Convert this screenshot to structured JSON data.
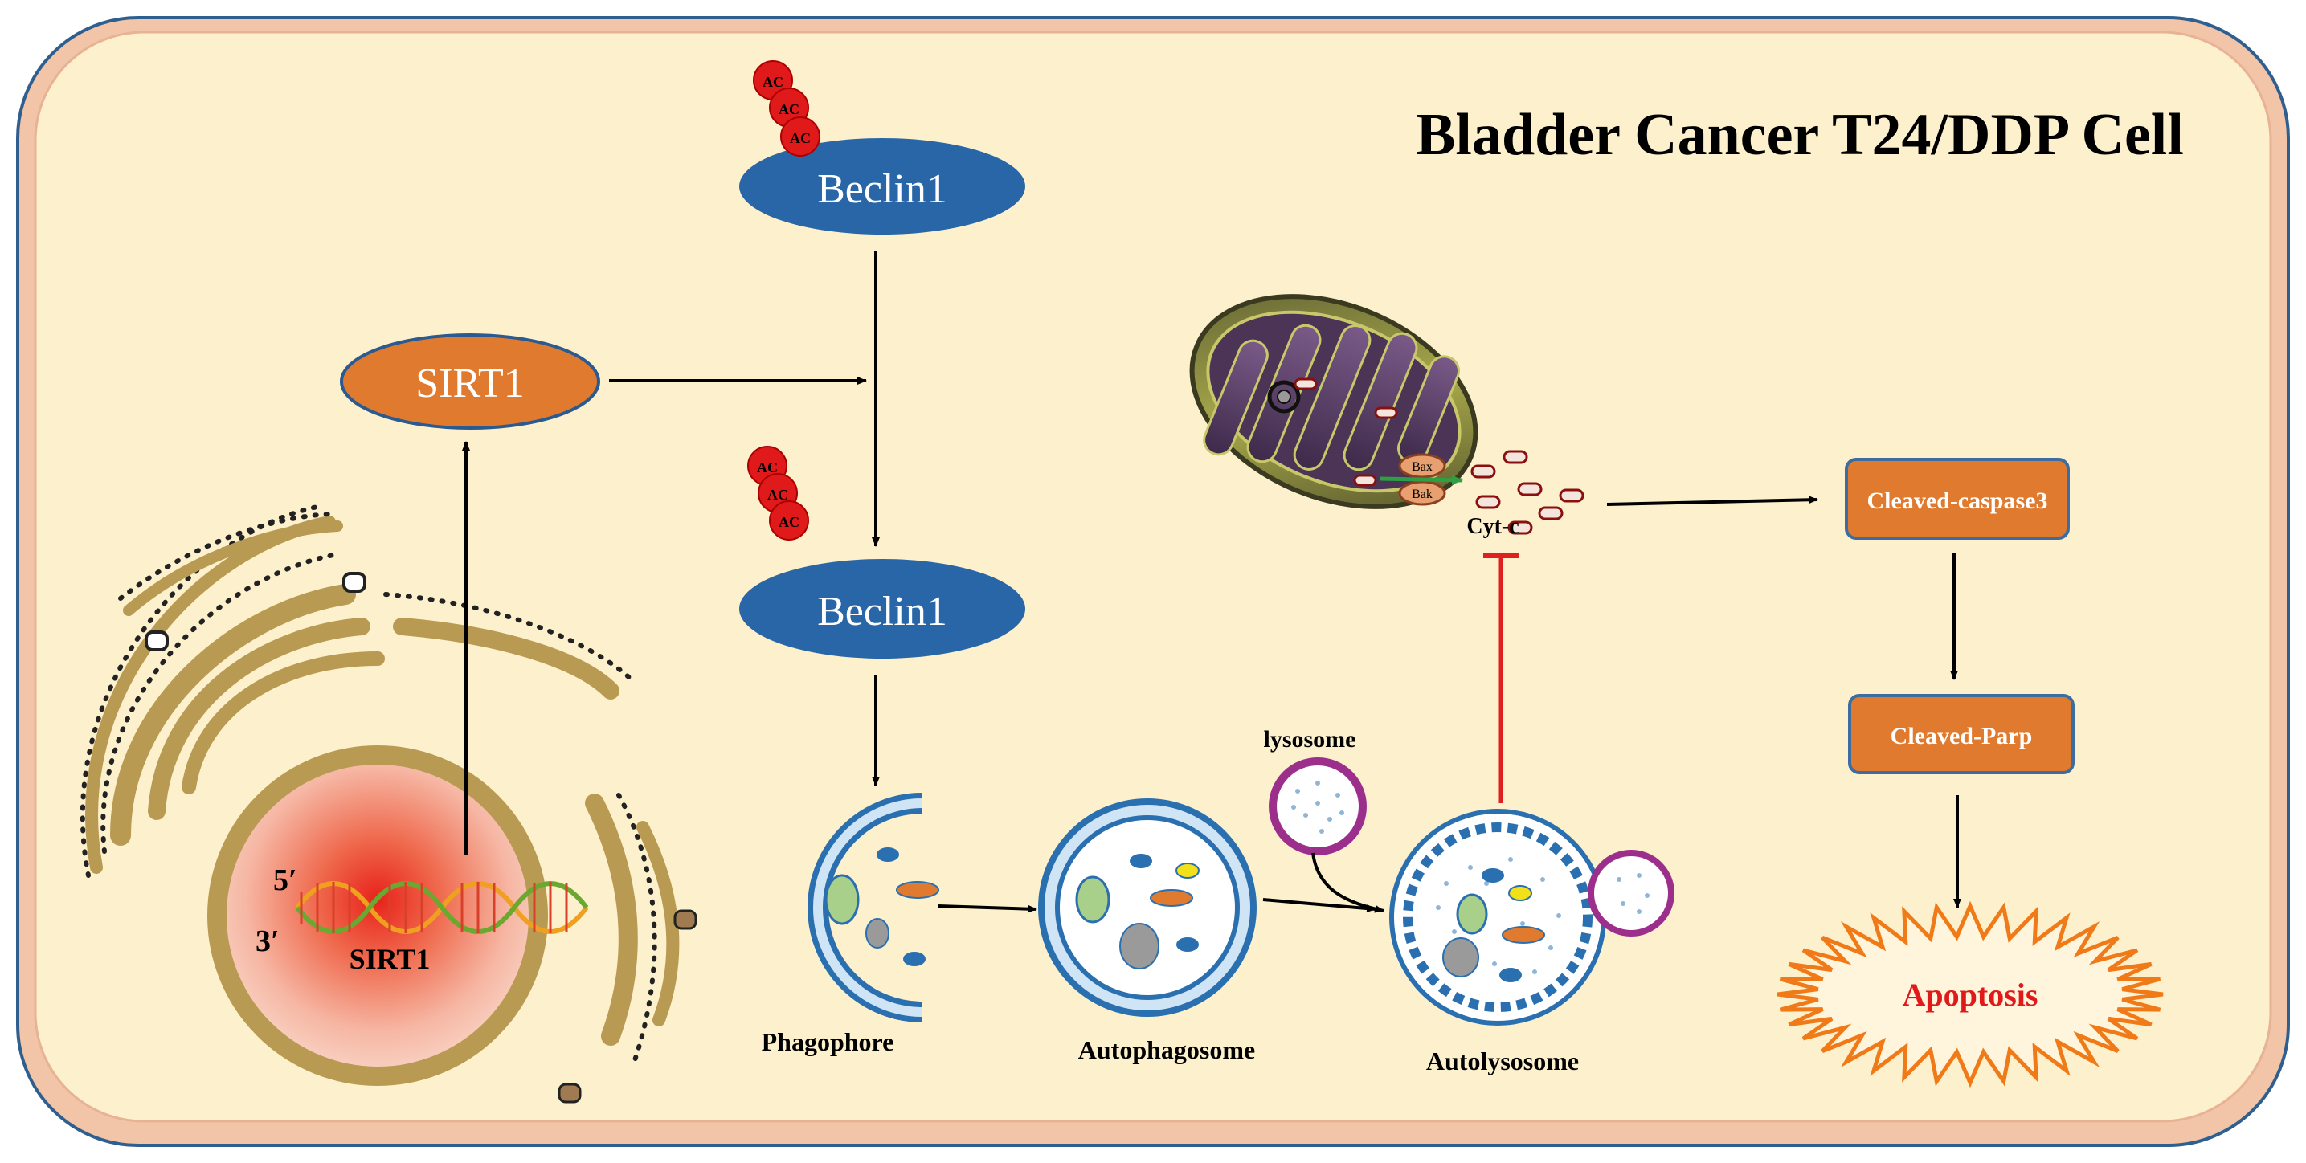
{
  "title": "Bladder Cancer T24/DDP Cell",
  "nodes": {
    "sirt1_protein": "SIRT1",
    "beclin1_acetylated": "Beclin1",
    "beclin1_deacetylated": "Beclin1",
    "acetyl_tag": "AC",
    "cleaved_caspase3": "Cleaved-caspase3",
    "cleaved_parp": "Cleaved-Parp",
    "apoptosis": "Apoptosis",
    "cyt_c": "Cyt-c",
    "bax": "Bax",
    "bak": "Bak"
  },
  "nucleus": {
    "gene_label": "SIRT1",
    "five_prime": "5ʹ",
    "three_prime": "3ʹ"
  },
  "autophagy_stages": {
    "phagophore": "Phagophore",
    "autophagosome": "Autophagosome",
    "autolysosome": "Autolysosome",
    "lysosome": "lysosome"
  },
  "colors": {
    "cell_fill": "#fdf0cc",
    "cell_border": "#2f5f8f",
    "cell_outer": "#f2c4a8",
    "sirt1_fill": "#e07a2e",
    "beclin_fill": "#2866a8",
    "box_fill": "#e07a2e",
    "box_border": "#3d6da0",
    "acetyl_red": "#e01a1a",
    "inhibit_red": "#e02020",
    "apoptosis_fill": "#fff4dc",
    "apoptosis_stroke": "#f07a18",
    "apoptosis_text": "#e01a1a",
    "vesicle_blue": "#2a6fb0",
    "vesicle_light": "#cfe4f5",
    "lysosome_purple": "#9c2f8c",
    "golgi_fill": "#b89a52"
  }
}
